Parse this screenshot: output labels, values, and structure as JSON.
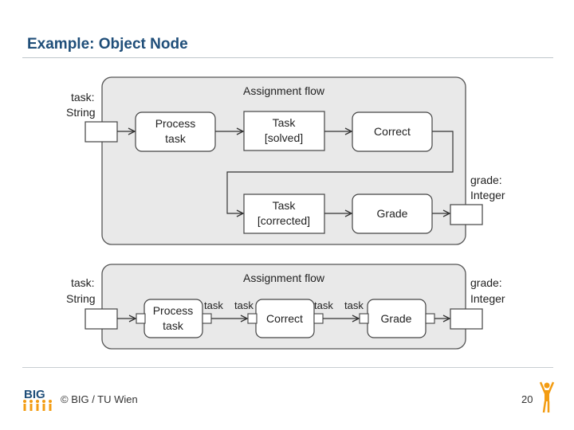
{
  "slide": {
    "title": "Example: Object Node",
    "footer": "© BIG / TU Wien",
    "page_number": "20",
    "logo_text": "BIG"
  },
  "diagram_top": {
    "activity_name": "Assignment flow",
    "input_param": {
      "line1": "task:",
      "line2": "String"
    },
    "output_param": {
      "line1": "grade:",
      "line2": "Integer"
    },
    "actions": {
      "process_task": {
        "line1": "Process",
        "line2": "task"
      },
      "task_solved": {
        "line1": "Task",
        "line2": "[solved]"
      },
      "correct": "Correct",
      "task_corrected": {
        "line1": "Task",
        "line2": "[corrected]"
      },
      "grade": "Grade"
    }
  },
  "diagram_bottom": {
    "activity_name": "Assignment flow",
    "input_param": {
      "line1": "task:",
      "line2": "String"
    },
    "output_param": {
      "line1": "grade:",
      "line2": "Integer"
    },
    "actions": {
      "process_task": {
        "line1": "Process",
        "line2": "task"
      },
      "correct": "Correct",
      "grade": "Grade"
    },
    "pin_labels": [
      "task",
      "task",
      "task",
      "task"
    ]
  },
  "colors": {
    "title": "#1f4e79",
    "activity_fill": "#e9e9e9",
    "logo_orange": "#f39c12"
  }
}
